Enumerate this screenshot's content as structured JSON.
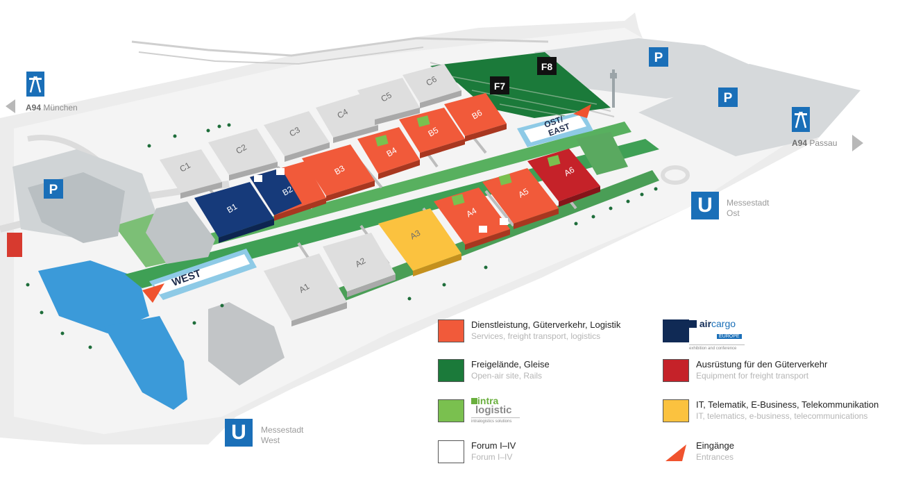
{
  "map": {
    "halls": {
      "A1": "A1",
      "A2": "A2",
      "A3": "A3",
      "A4": "A4",
      "A5": "A5",
      "A6": "A6",
      "B1": "B1",
      "B2": "B2",
      "B3": "B3",
      "B4": "B4",
      "B5": "B5",
      "B6": "B6",
      "C1": "C1",
      "C2": "C2",
      "C3": "C3",
      "C4": "C4",
      "C5": "C5",
      "C6": "C6",
      "F7": "F7",
      "F8": "F8"
    },
    "entrances": {
      "west": "WEST",
      "east_line1": "OST/",
      "east_line2": "EAST"
    },
    "parking": {
      "symbol": "P"
    },
    "highway": {
      "west_number": "A94",
      "west_city": "München",
      "east_number": "A94",
      "east_city": "Passau"
    },
    "ubahn": {
      "symbol": "U",
      "east_line1": "Messestadt",
      "east_line2": "Ost",
      "west_line1": "Messestadt",
      "west_line2": "West"
    }
  },
  "legend": [
    {
      "key": "services",
      "color": "#f15a3a",
      "title": "Dienstleistung, Güterverkehr, Logistik",
      "subtitle": "Services, freight transport, logistics"
    },
    {
      "key": "aircargo",
      "color": "#102a55",
      "brand_air": "air",
      "brand_cargo": "cargo",
      "brand_europe": "EUROPE",
      "tagline": "exhibition and conference"
    },
    {
      "key": "openair",
      "color": "#1b7a3a",
      "title": "Freigelände, Gleise",
      "subtitle": "Open-air site, Rails"
    },
    {
      "key": "equipment",
      "color": "#c52229",
      "title": "Ausrüstung für den Güterverkehr",
      "subtitle": "Equipment for freight transport"
    },
    {
      "key": "intralogistic",
      "color": "#7ac04f",
      "brand_intra": "intra",
      "brand_logistic": "logistic",
      "tagline": "intralogistics solutions"
    },
    {
      "key": "it",
      "color": "#fbc23f",
      "title": "IT, Telematik, E-Business, Telekommunikation",
      "subtitle": "IT, telematics, e-business, telecommunications"
    },
    {
      "key": "forum",
      "color": "#ffffff",
      "title": "Forum I–IV",
      "subtitle": "Forum I–IV"
    },
    {
      "key": "entrances",
      "color": "#f0532e",
      "title": "Eingänge",
      "subtitle": "Entrances"
    }
  ]
}
